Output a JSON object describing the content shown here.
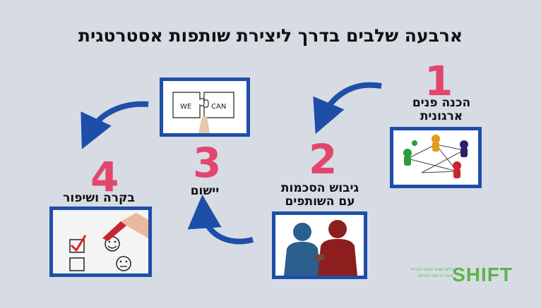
{
  "title": "ארבעה שלבים בדרך ליצירת שותפות אסטרטגית",
  "steps": [
    {
      "number": "1",
      "label_line1": "הכנה פנים",
      "label_line2": "ארגונית"
    },
    {
      "number": "2",
      "label_line1": "גיבוש הסכמות",
      "label_line2": "עם השותפים"
    },
    {
      "number": "3",
      "label_line1": "יישום",
      "label_line2": ""
    },
    {
      "number": "4",
      "label_line1": "בקרה ושיפור",
      "label_line2": ""
    }
  ],
  "images": {
    "puzzle_left": "WE",
    "puzzle_right": "CAN"
  },
  "logo": {
    "name": "SHIFT",
    "subtitle_line1": "כלים שווים לשינוי חברתי",
    "subtitle_line2": "סוגה לרעות השלישי"
  },
  "colors": {
    "background": "#d7dce4",
    "accent_number": "#e2466e",
    "frame": "#1e4fa8",
    "arrow": "#1e4fa8",
    "logo": "#5bb44a"
  }
}
